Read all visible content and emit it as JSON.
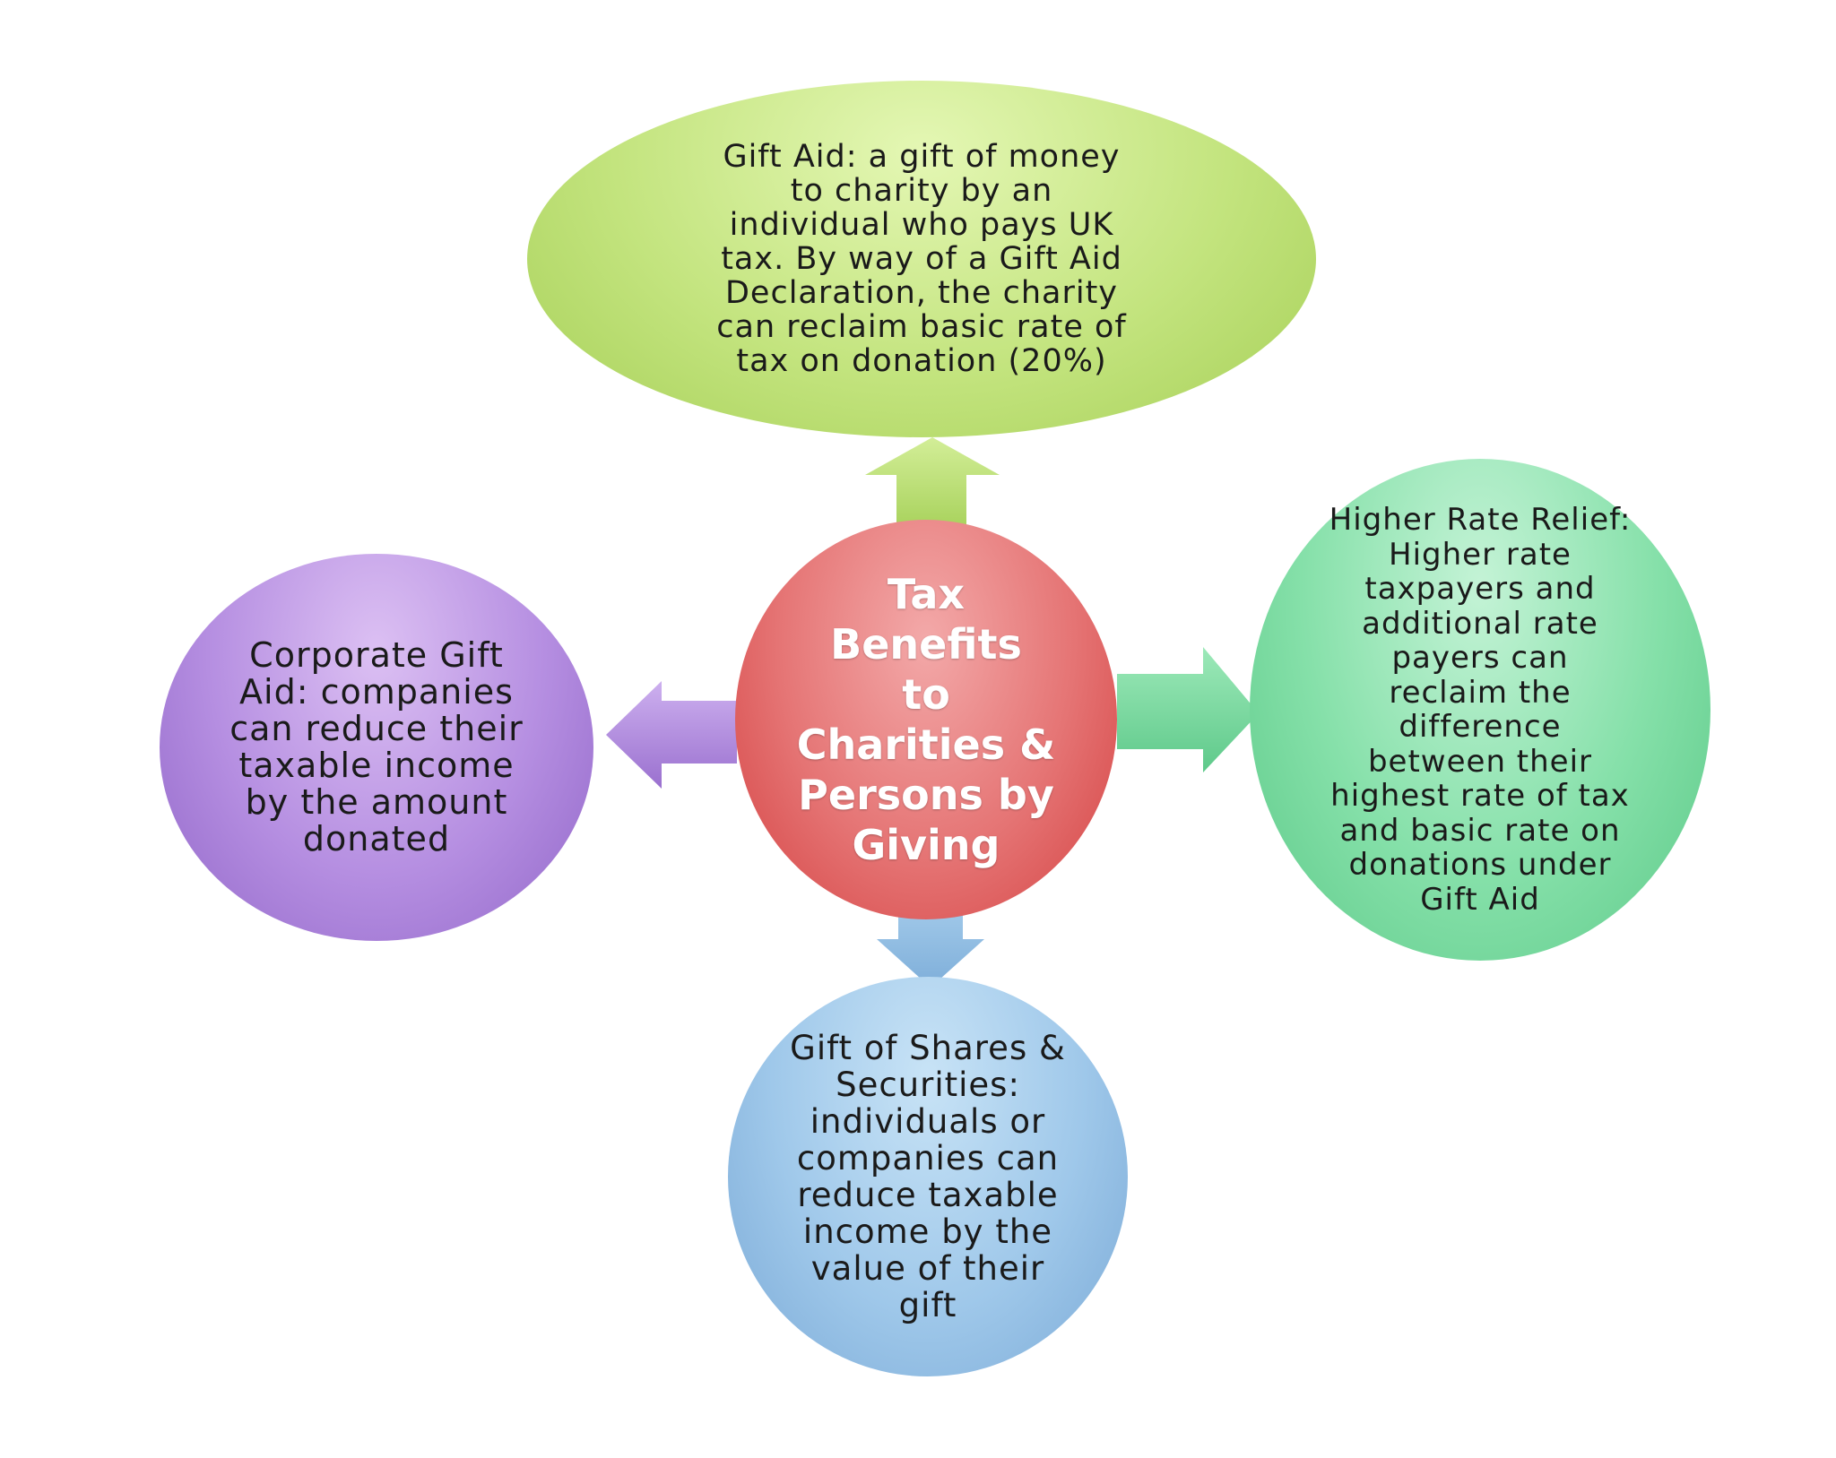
{
  "diagram": {
    "center": {
      "lines": [
        "Tax Benefits",
        "to Charities &",
        "Persons by",
        "Giving"
      ]
    },
    "top": {
      "text": "Gift Aid:  a gift of money to charity by an individual who pays UK tax. By way of a Gift Aid Declaration, the charity can reclaim basic rate of tax on donation (20%)"
    },
    "left": {
      "text": "Corporate Gift Aid: companies can reduce their taxable income by the amount donated"
    },
    "right": {
      "text": "Higher Rate Relief: Higher rate taxpayers and additional rate payers can reclaim  the difference between their highest rate of tax and basic rate on donations under Gift Aid"
    },
    "bottom": {
      "text": "Gift of Shares & Securities: individuals or companies can reduce taxable income by the value of their gift"
    },
    "colors": {
      "top": "#b6da6a",
      "center": "#dd5a5a",
      "left": "#a67bd6",
      "right": "#72d597",
      "bottom": "#8cb9e2"
    }
  }
}
